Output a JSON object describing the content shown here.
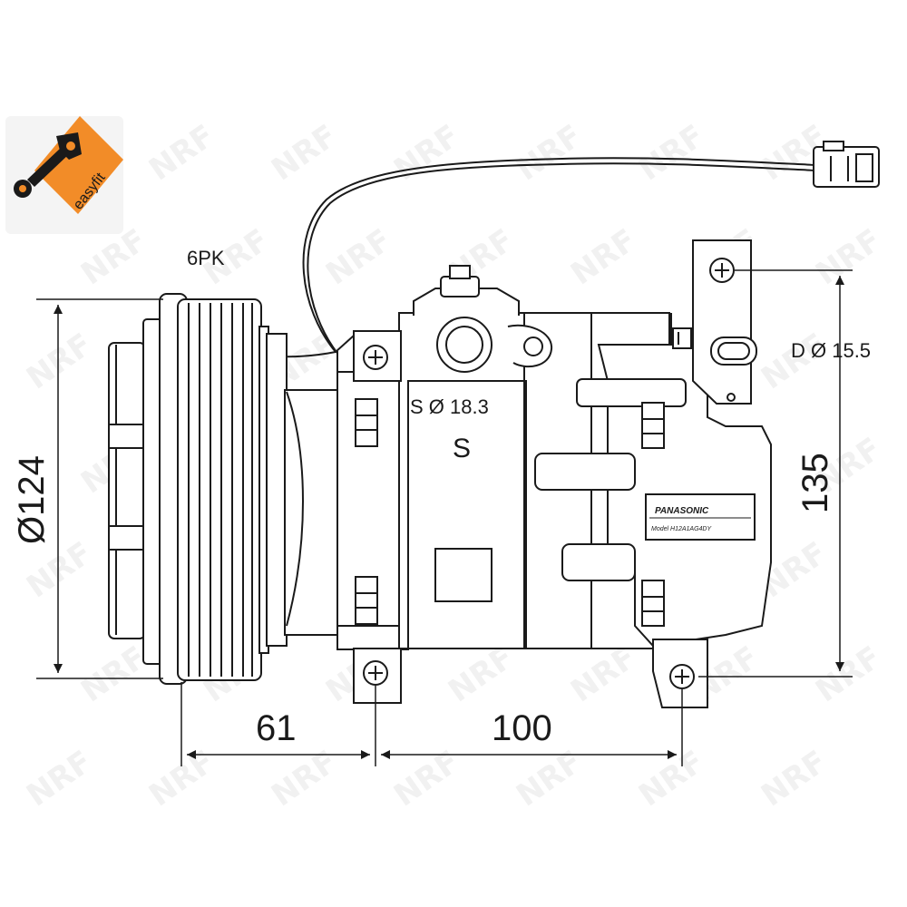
{
  "badge": {
    "text": "easyfit",
    "color": "#f28c28",
    "icon": "wrench-icon"
  },
  "watermark": {
    "text": "NRF",
    "color": "#eeeeee"
  },
  "labels": {
    "belt_profile": "6PK",
    "pulley_diameter": "Ø124",
    "suction_port": "S Ø 18.3",
    "suction_marker": "S",
    "discharge_port": "D Ø 15.5",
    "height": "135",
    "offset_pulley": "61",
    "mount_spacing": "100"
  },
  "nameplate": {
    "brand": "PANASONIC",
    "model": "Model H12A1AG4DY"
  },
  "colors": {
    "line": "#1a1a1a",
    "badge": "#f28c28"
  }
}
